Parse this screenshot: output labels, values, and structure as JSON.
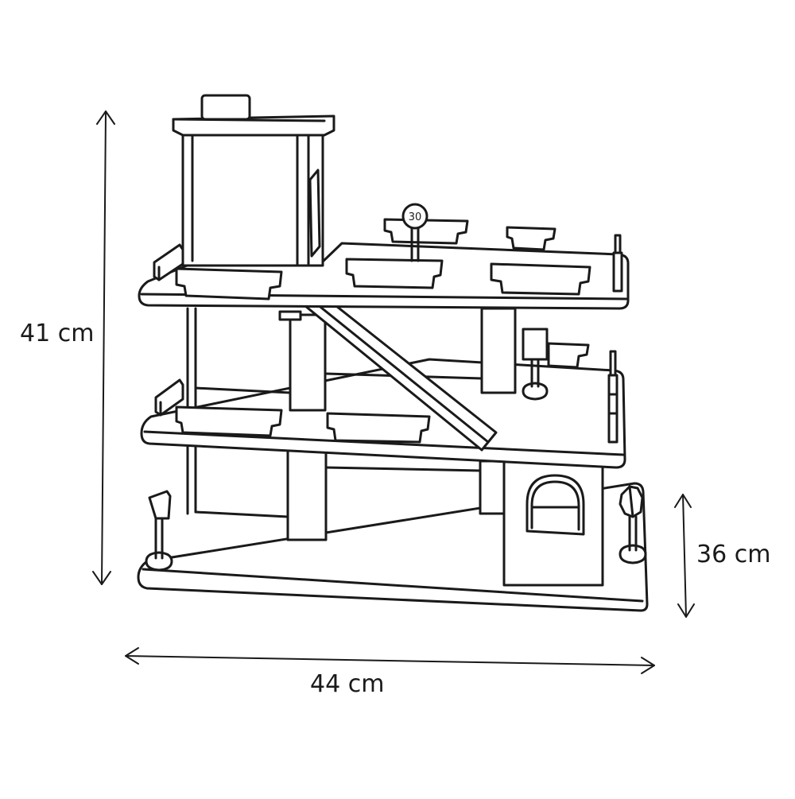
{
  "dimensions": {
    "height": "41 cm",
    "depth": "36 cm",
    "width": "44 cm"
  },
  "speed_sign": "30"
}
